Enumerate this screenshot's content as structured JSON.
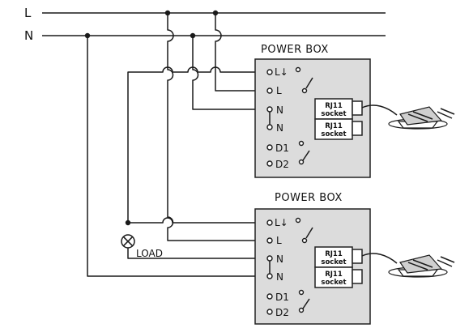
{
  "rails": {
    "line": "L",
    "neutral": "N"
  },
  "load_label": "LOAD",
  "power_boxes": [
    {
      "title": "POWER BOX",
      "terminals": [
        "L↓",
        "L",
        "N",
        "N",
        "D1",
        "D2"
      ],
      "sockets": [
        {
          "line1": "RJ11",
          "line2": "socket"
        },
        {
          "line1": "RJ11",
          "line2": "socket"
        }
      ]
    },
    {
      "title": "POWER BOX",
      "terminals": [
        "L↓",
        "L",
        "N",
        "N",
        "D1",
        "D2"
      ],
      "sockets": [
        {
          "line1": "RJ11",
          "line2": "socket"
        },
        {
          "line1": "RJ11",
          "line2": "socket"
        }
      ]
    }
  ],
  "colors": {
    "box_fill": "#dcdcdc",
    "wire": "#1a1a1a",
    "sensor_grey": "#cfcfcf"
  }
}
